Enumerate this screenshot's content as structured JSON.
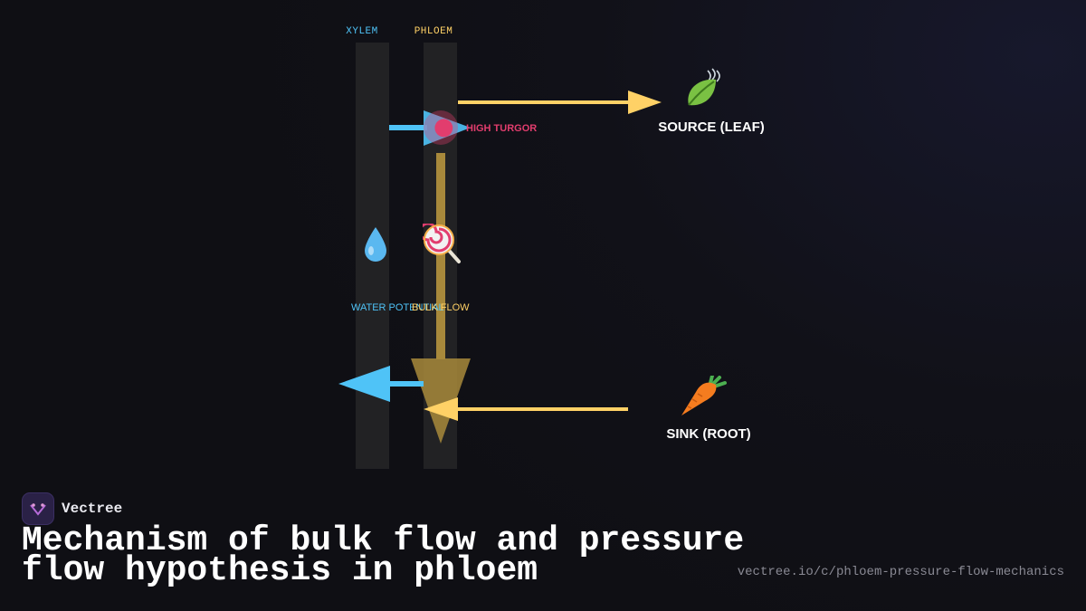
{
  "diagram": {
    "columns": {
      "xylem_label": "XYLEM",
      "phloem_label": "PHLOEM"
    },
    "source": {
      "label": "SOURCE (LEAF)",
      "icon": "leaf-icon"
    },
    "sink": {
      "label": "SINK (ROOT)",
      "icon": "carrot-icon"
    },
    "labels": {
      "high_turgor": "HIGH TURGOR",
      "water_potential": "WATER POTENTIAL",
      "bulk_flow": "BULK FLOW"
    },
    "icons": {
      "high_turgor": "balloon-icon",
      "water": "water-drop-icon",
      "sugar": "lollipop-icon"
    },
    "colors": {
      "xylem": "#4fc3f7",
      "phloem": "#ffd166",
      "bulk_flow": "#a8893b",
      "turgor": "#e23d6e",
      "tube": "#222224"
    }
  },
  "footer": {
    "brand": "Vectree",
    "title": "Mechanism of bulk flow and pressure flow hypothesis in phloem",
    "url": "vectree.io/c/phloem-pressure-flow-mechanics"
  }
}
